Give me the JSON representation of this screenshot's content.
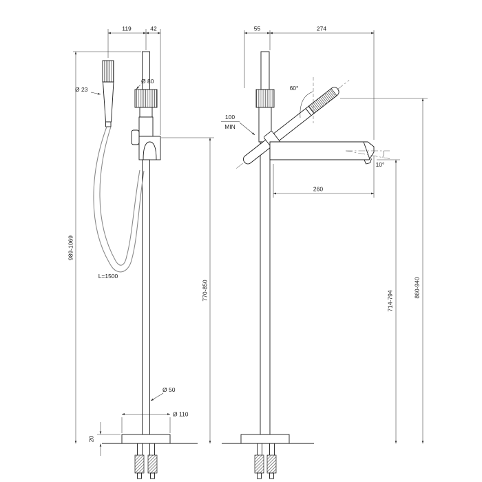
{
  "page": {
    "background": "#ffffff",
    "line_color": "#1a1a1a"
  },
  "front_view": {
    "dims": {
      "top_left": "119",
      "top_right": "42",
      "handshower_diameter": "Ø 23",
      "cartridge_diameter": "Ø 80",
      "overall_height": "989-1069",
      "spout_height": "770-850",
      "hose_length": "L=1500",
      "riser_diameter": "Ø 50",
      "base_diameter": "Ø 110",
      "base_plate_thickness": "20"
    }
  },
  "side_view": {
    "dims": {
      "top_left": "55",
      "top_right": "274",
      "handshower_angle": "60°",
      "min_clearance_value": "100",
      "min_clearance_label": "MIN",
      "spout_tilt": "10°",
      "spout_reach": "260",
      "height_to_handshower": "860-940",
      "height_to_spout": "714-794"
    }
  }
}
